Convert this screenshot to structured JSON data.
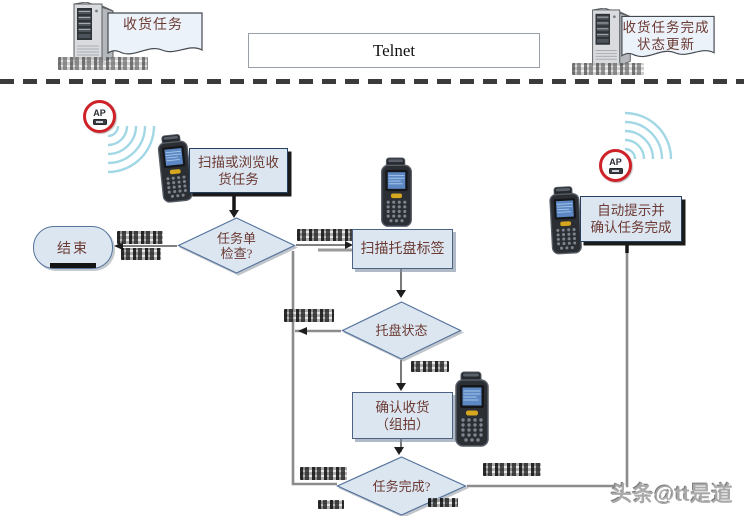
{
  "top": {
    "doc_left": "收货任务",
    "telnet": "Telnet",
    "doc_right": "收货任务完成\n状态更新"
  },
  "ap": {
    "label": "AP"
  },
  "flow": {
    "callout_scan": "扫描或浏览收\n货任务",
    "end": "结束",
    "d_check": "任务单\n检查?",
    "box_scan_pallet": "扫描托盘标签",
    "d_pallet": "托盘状态",
    "box_confirm": "确认收货\n（组拍）",
    "d_done": "任务完成?",
    "callout_auto": "自动提示并\n确认任务完成"
  },
  "watermark": {
    "text": "头条@tt是道"
  },
  "colors": {
    "node_fill": "#dce6f1",
    "node_border": "#56749c",
    "flow_text": "#6b3a33",
    "ap_ring_red": "#cf2128",
    "wifi_cyan": "#a2d8e6",
    "loop_line_gray": "#8c8c8c",
    "dashed_line": "#3b3b3b"
  }
}
